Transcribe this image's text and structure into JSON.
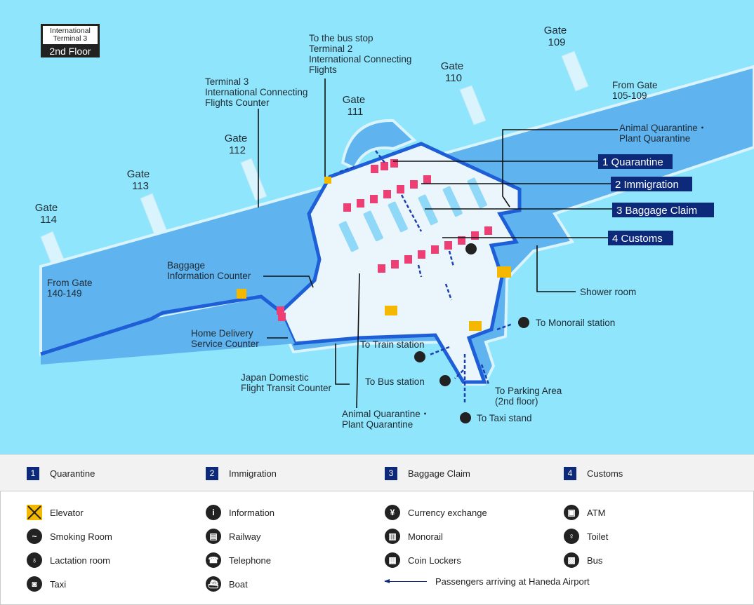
{
  "floor_badge": {
    "line1": "International",
    "line2": "Terminal 3",
    "floor": "2nd Floor"
  },
  "gates": [
    {
      "label": "Gate",
      "num": "114"
    },
    {
      "label": "Gate",
      "num": "113"
    },
    {
      "label": "Gate",
      "num": "112"
    },
    {
      "label": "Gate",
      "num": "111"
    },
    {
      "label": "Gate",
      "num": "110"
    },
    {
      "label": "Gate",
      "num": "109"
    }
  ],
  "labels": {
    "from_left": [
      "From  Gate",
      "140-149"
    ],
    "from_right": [
      "From  Gate",
      "105-109"
    ],
    "t3_counter": [
      "Terminal 3",
      "International Connecting",
      "Flights Counter"
    ],
    "bus_stop": [
      "To the bus stop",
      "Terminal 2",
      "International Connecting",
      "Flights"
    ],
    "animal_top": [
      "Animal Quarantine・",
      "Plant Quarantine"
    ],
    "baggage_info": [
      "Baggage",
      "Information Counter"
    ],
    "home_delivery": [
      "Home Delivery",
      "Service Counter"
    ],
    "domestic_transit": [
      "Japan Domestic",
      "Flight Transit  Counter"
    ],
    "animal_bottom": [
      "Animal Quarantine・",
      "Plant Quarantine"
    ],
    "shower": "Shower room",
    "monorail": "To Monorail station",
    "train": "To Train station",
    "bus": "To Bus station",
    "parking": [
      "To Parking Area",
      "(2nd floor)"
    ],
    "taxi": "To Taxi stand"
  },
  "steps": [
    {
      "num": "1",
      "label": "Quarantine"
    },
    {
      "num": "2",
      "label": "Immigration"
    },
    {
      "num": "3",
      "label": "Baggage Claim"
    },
    {
      "num": "4",
      "label": "Customs"
    }
  ],
  "step_badges": [
    "1 Quarantine",
    "2 Immigration",
    "3  Baggage Claim",
    "4 Customs"
  ],
  "legend": [
    {
      "icon": "elevator-icon",
      "label": "Elevator"
    },
    {
      "icon": "information-icon",
      "glyph": "i",
      "label": "Information"
    },
    {
      "icon": "currency-exchange-icon",
      "glyph": "¥",
      "label": "Currency exchange"
    },
    {
      "icon": "atm-icon",
      "glyph": "▣",
      "label": "ATM"
    },
    {
      "icon": "smoking-room-icon",
      "glyph": "~",
      "label": "Smoking Room"
    },
    {
      "icon": "railway-icon",
      "glyph": "▤",
      "label": "Railway"
    },
    {
      "icon": "monorail-icon",
      "glyph": "▥",
      "label": "Monorail"
    },
    {
      "icon": "toilet-icon",
      "glyph": "♀",
      "label": "Toilet"
    },
    {
      "icon": "lactation-room-icon",
      "glyph": "♁",
      "label": "Lactation room"
    },
    {
      "icon": "telephone-icon",
      "glyph": "☎",
      "label": "Telephone"
    },
    {
      "icon": "coin-lockers-icon",
      "glyph": "▦",
      "label": "Coin Lockers"
    },
    {
      "icon": "bus-icon",
      "glyph": "▩",
      "label": "Bus"
    },
    {
      "icon": "taxi-icon",
      "glyph": "◙",
      "label": "Taxi"
    },
    {
      "icon": "boat-icon",
      "glyph": "⛴",
      "label": "Boat"
    },
    {
      "icon": "arrival-arrow-icon",
      "label": "Passengers arriving at Haneda Airport"
    }
  ],
  "colors": {
    "sky": "#8fe5fc",
    "building": "#5fb3ef",
    "wall": "#1e5fd8",
    "floor": "#eaf6fb",
    "counter": "#ee3f74",
    "navy": "#0d2a7a",
    "elevator": "#f5b800"
  }
}
